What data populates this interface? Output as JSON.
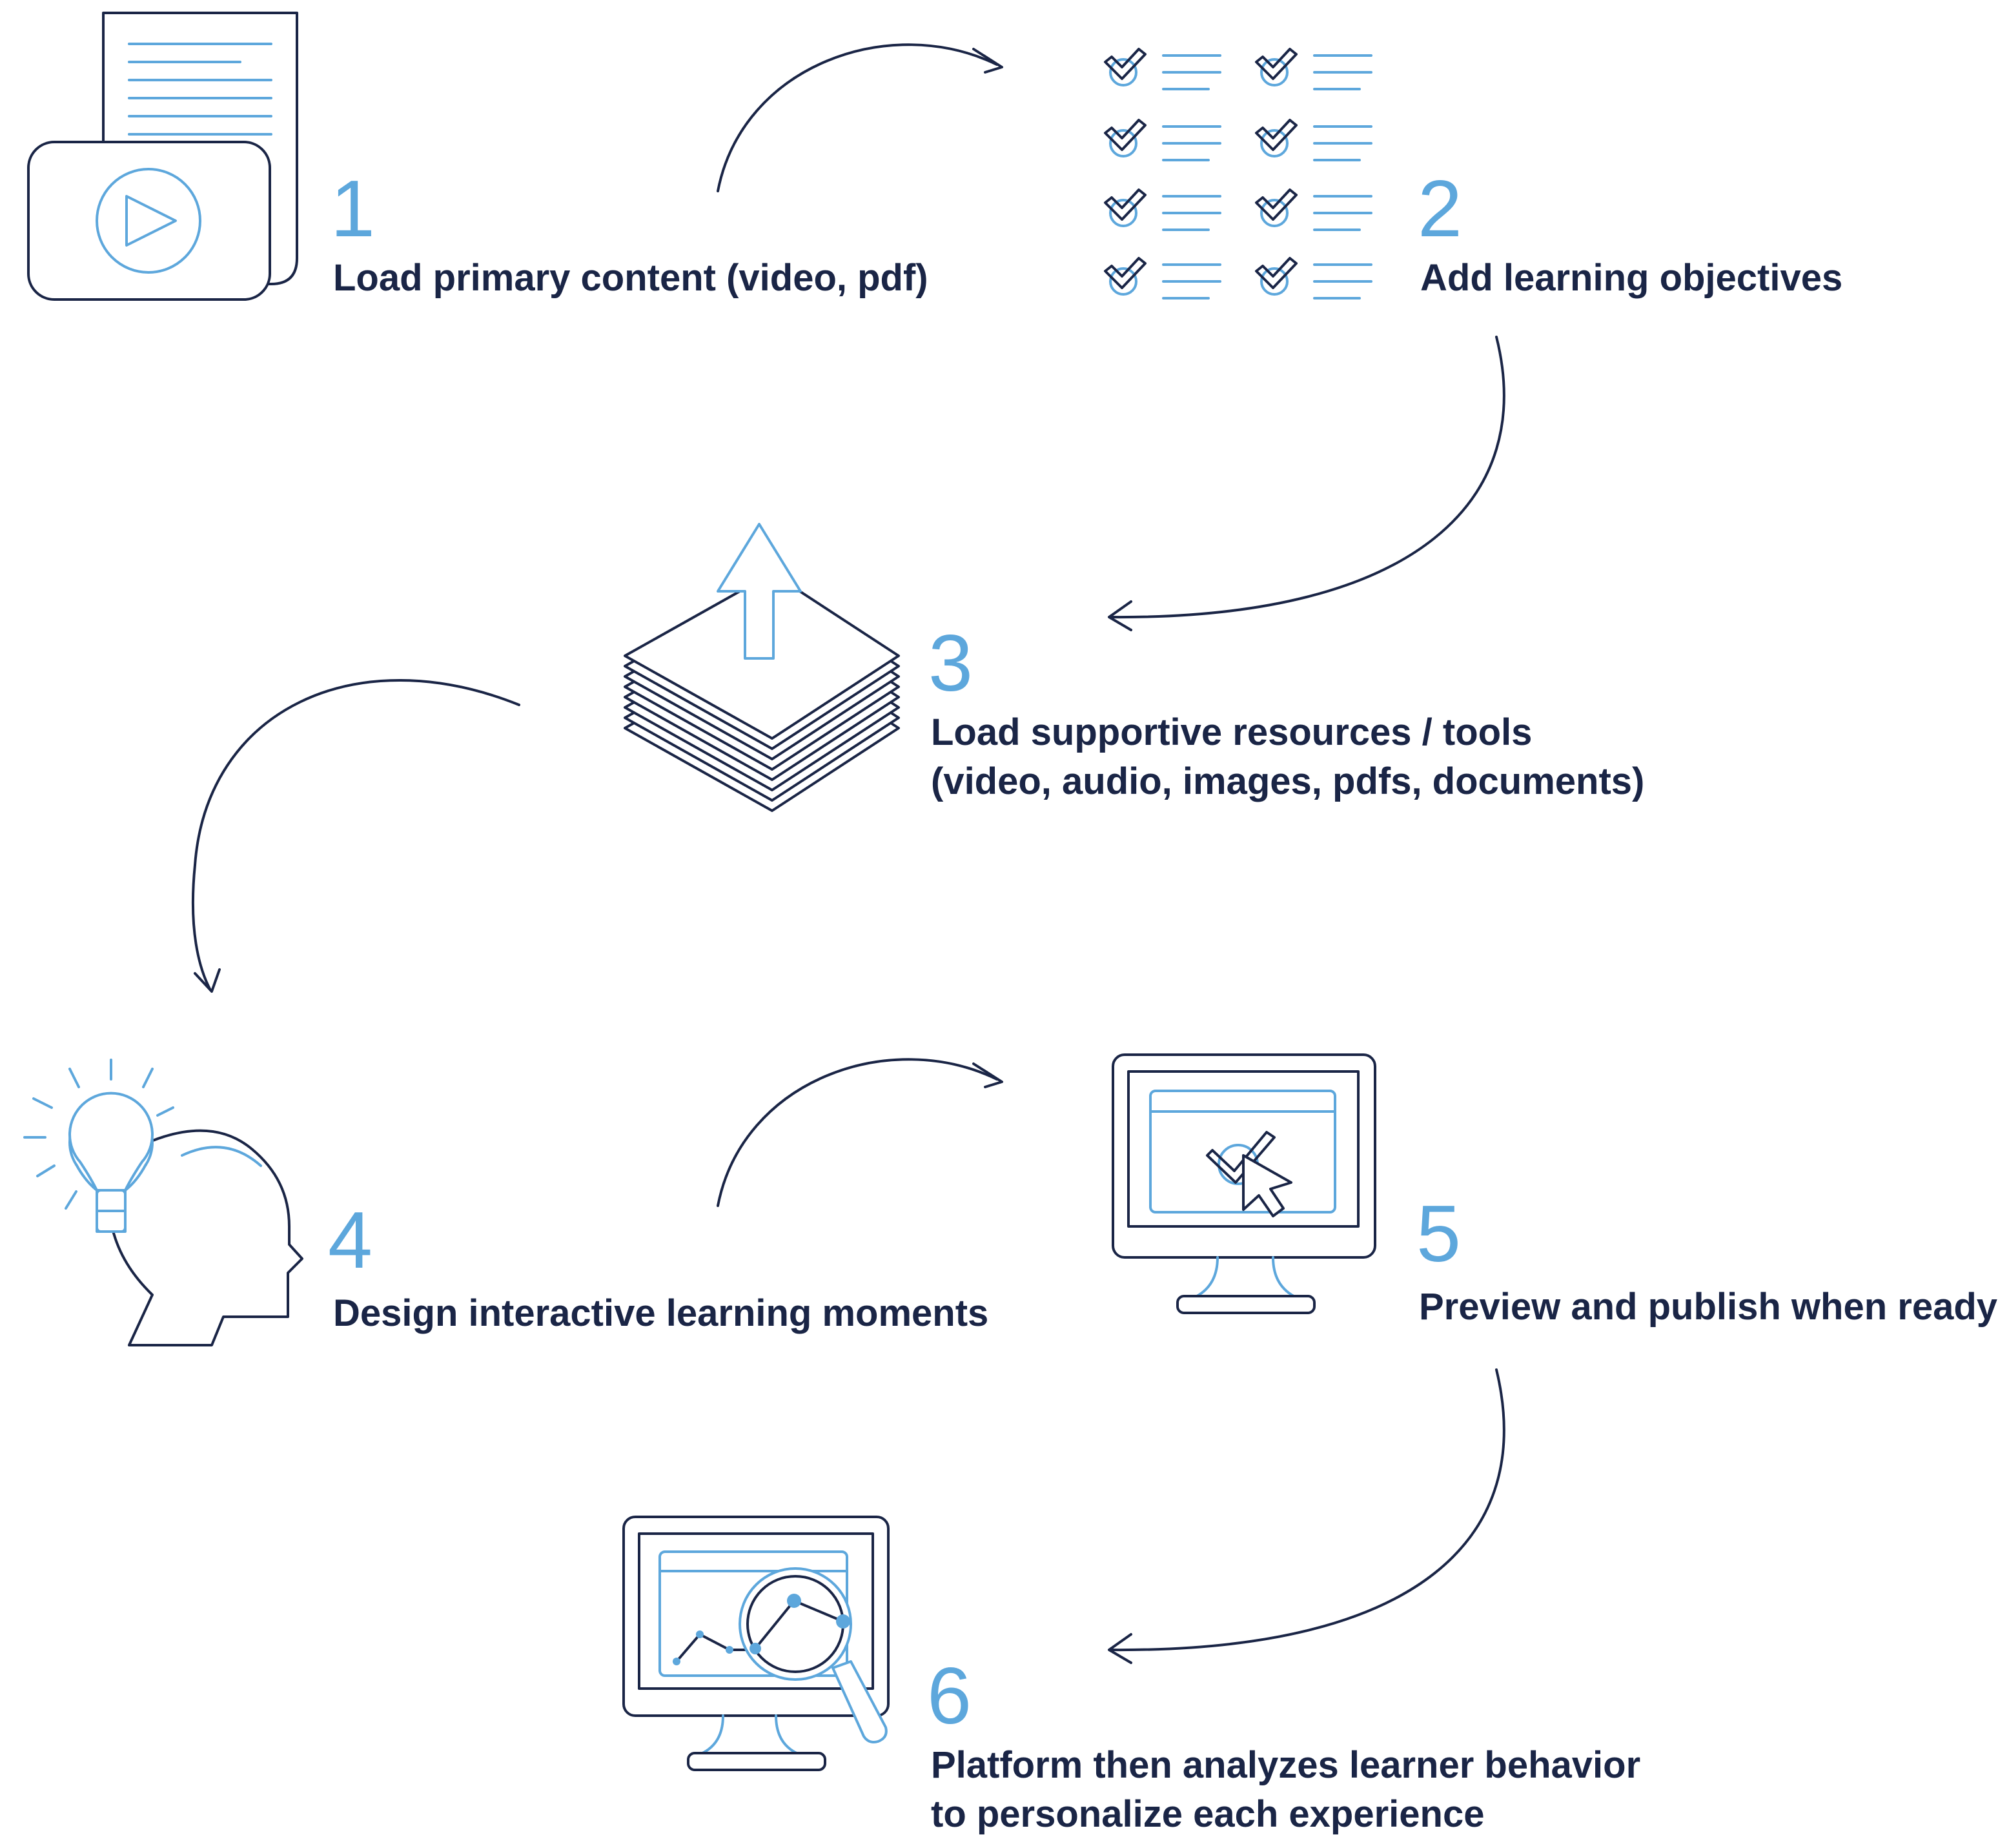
{
  "steps": [
    {
      "number": "1",
      "label_lines": [
        "Load primary content (video, pdf)"
      ],
      "icon": "video-document-icon"
    },
    {
      "number": "2",
      "label_lines": [
        "Add learning objectives"
      ],
      "icon": "checklist-icon"
    },
    {
      "number": "3",
      "label_lines": [
        "Load supportive resources / tools",
        "(video, audio, images, pdfs, documents)"
      ],
      "icon": "upload-stack-icon"
    },
    {
      "number": "4",
      "label_lines": [
        "Design interactive learning moments"
      ],
      "icon": "head-lightbulb-icon"
    },
    {
      "number": "5",
      "label_lines": [
        "Preview and publish when ready"
      ],
      "icon": "monitor-click-icon"
    },
    {
      "number": "6",
      "label_lines": [
        "Platform then analyzes learner behavior",
        "to personalize each experience"
      ],
      "icon": "monitor-analytics-icon"
    }
  ],
  "colors": {
    "dark": "#1a2546",
    "accent": "#5da7dc"
  }
}
